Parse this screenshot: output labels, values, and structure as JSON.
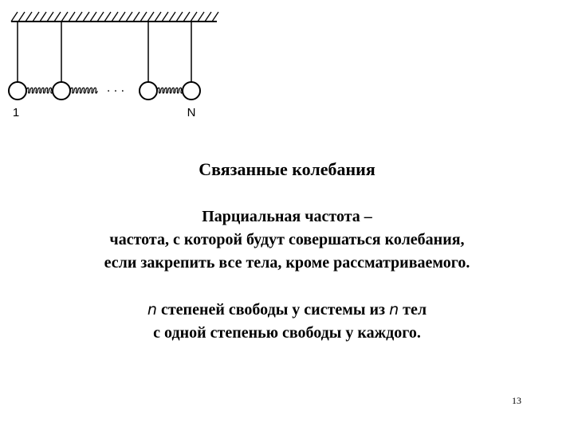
{
  "diagram": {
    "label_first": "1",
    "label_last": "N",
    "ellipsis": "· · ·"
  },
  "slide": {
    "title": "Связанные колебания",
    "partial_lines": [
      "Парциальная частота –",
      "частота, с которой будут совершаться колебания,",
      "если закрепить все тела, кроме рассматриваемого."
    ],
    "dof_line1_var1": "n",
    "dof_line1_mid": " степеней свободы у системы из ",
    "dof_line1_var2": "n",
    "dof_line1_end": " тел",
    "dof_line2": "с одной степенью свободы у каждого.",
    "page_number": "13"
  }
}
